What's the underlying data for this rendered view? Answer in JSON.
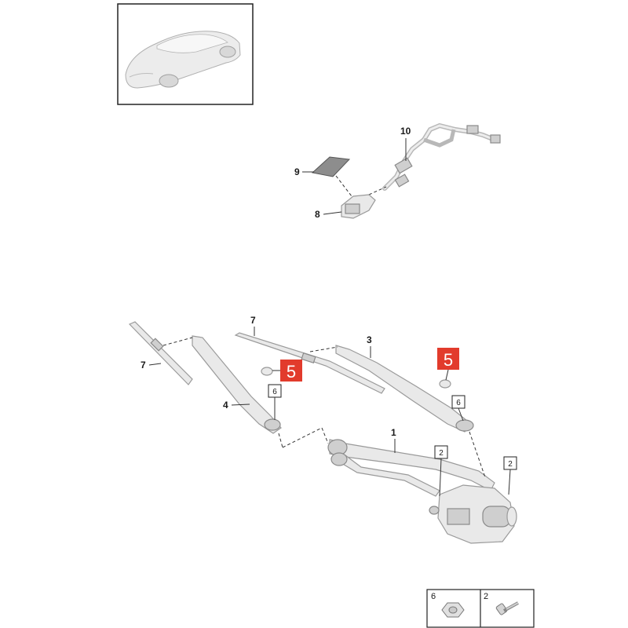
{
  "callouts": {
    "c10": "10",
    "c9": "9",
    "c8": "8",
    "c7a": "7",
    "c7b": "7",
    "c3": "3",
    "c4": "4",
    "c1": "1",
    "h5a": "5",
    "h5b": "5",
    "b6a": "6",
    "b6b": "6",
    "b2a": "2",
    "b2b": "2"
  },
  "legend": {
    "item1": "6",
    "item2": "2"
  },
  "colors": {
    "highlight": "#e23b2c",
    "part_fill": "#e9e9e9",
    "part_stroke": "#9a9a9a"
  }
}
